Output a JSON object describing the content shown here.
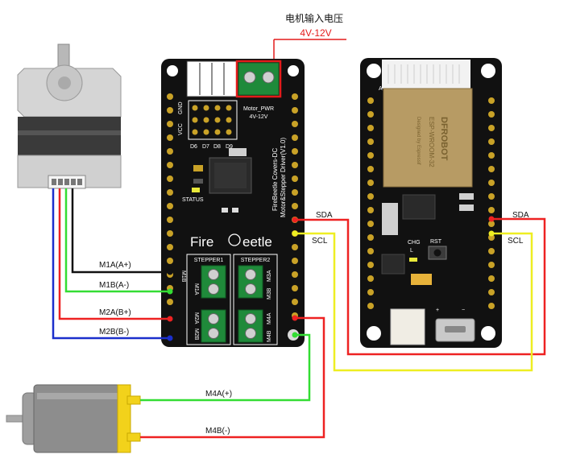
{
  "annotation": {
    "title": "电机输入电压",
    "voltage": "4V-12V"
  },
  "driver_board": {
    "name": "FireBeetle Covers-DC Motor&Stepper Driver(V1.0)",
    "name_line1": "FireBeetle Covers-DC",
    "name_line2": "Motor&Stepper Driver(V1.0)",
    "logo_fire": "Fire",
    "logo_rest": "eetle",
    "vcc": "VCC",
    "gnd": "GND",
    "pins": [
      "D6",
      "D7",
      "D8",
      "D9"
    ],
    "status": "STATUS",
    "motor_pwr": "Motor_PWR",
    "motor_pwr_range": "4V-12V",
    "stepper1": "STEPPER1",
    "stepper2": "STEPPER2",
    "terminal_labels": {
      "m1a": "M1A",
      "m1b": "M1B",
      "m2a": "M2A",
      "m2b": "M2B",
      "m3a": "M3A",
      "m3b": "M3B",
      "m4a": "M4A",
      "m4b": "M4B"
    }
  },
  "esp32_board": {
    "module_brand": "DFROBOT",
    "module_model": "ESP-WROOM-32",
    "module_note": "Designed by Espressif",
    "chg": "CHG",
    "l": "L",
    "rst": "RST",
    "plus": "+",
    "minus": "−",
    "corner": "A"
  },
  "wires": [
    {
      "label": "M1A(A+)",
      "color": "#111111"
    },
    {
      "label": "M1B(A-)",
      "color": "#33dd33"
    },
    {
      "label": "M2A(B+)",
      "color": "#ee2222"
    },
    {
      "label": "M2B(B-)",
      "color": "#1b2fcc"
    },
    {
      "label": "M4A(+)",
      "color": "#33dd33"
    },
    {
      "label": "M4B(-)",
      "color": "#ee2222"
    },
    {
      "label": "SDA",
      "color": "#ee2222"
    },
    {
      "label": "SCL",
      "color": "#eeee22"
    }
  ],
  "esp_wire_labels": {
    "sda": "SDA",
    "scl": "SCL"
  },
  "colors": {
    "board": "#111111",
    "pin_gold": "#c9a227",
    "terminal_green": "#1f8a3a",
    "annotation_red": "#e31b1b",
    "motor_yellow": "#f2d21b"
  }
}
